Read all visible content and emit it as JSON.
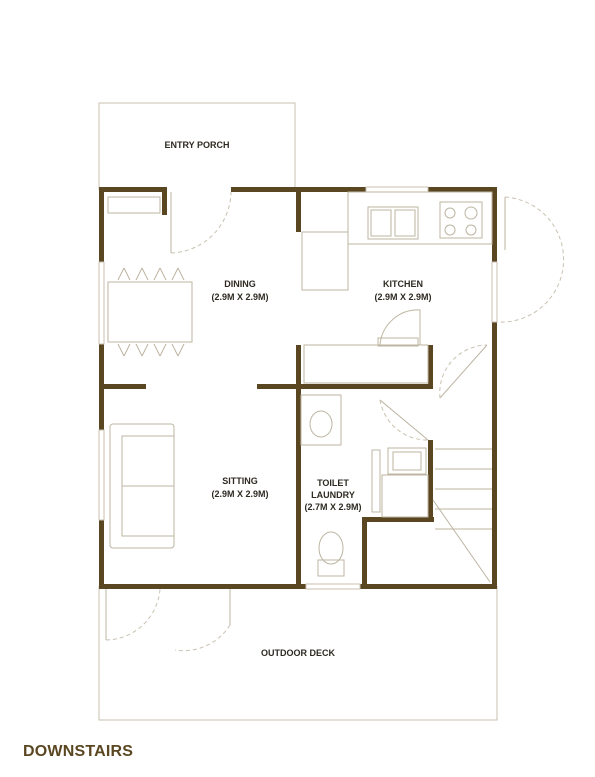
{
  "title": "DOWNSTAIRS",
  "rooms": {
    "entry_porch": "ENTRY PORCH",
    "dining": "DINING",
    "dining_size": "(2.9M X 2.9M)",
    "kitchen": "KITCHEN",
    "kitchen_size": "(2.9M X 2.9M)",
    "sitting": "SITTING",
    "sitting_size": "(2.9M X 2.9M)",
    "toilet": "TOILET",
    "laundry": "LAUNDRY",
    "toilet_size": "(2.7M X 2.9M)",
    "outdoor_deck": "OUTDOOR DECK"
  },
  "colors": {
    "wall": "#5a4621",
    "fixture_line": "#bdb5a2",
    "label_text": "#2e2a22",
    "title_text": "#5a4621"
  }
}
